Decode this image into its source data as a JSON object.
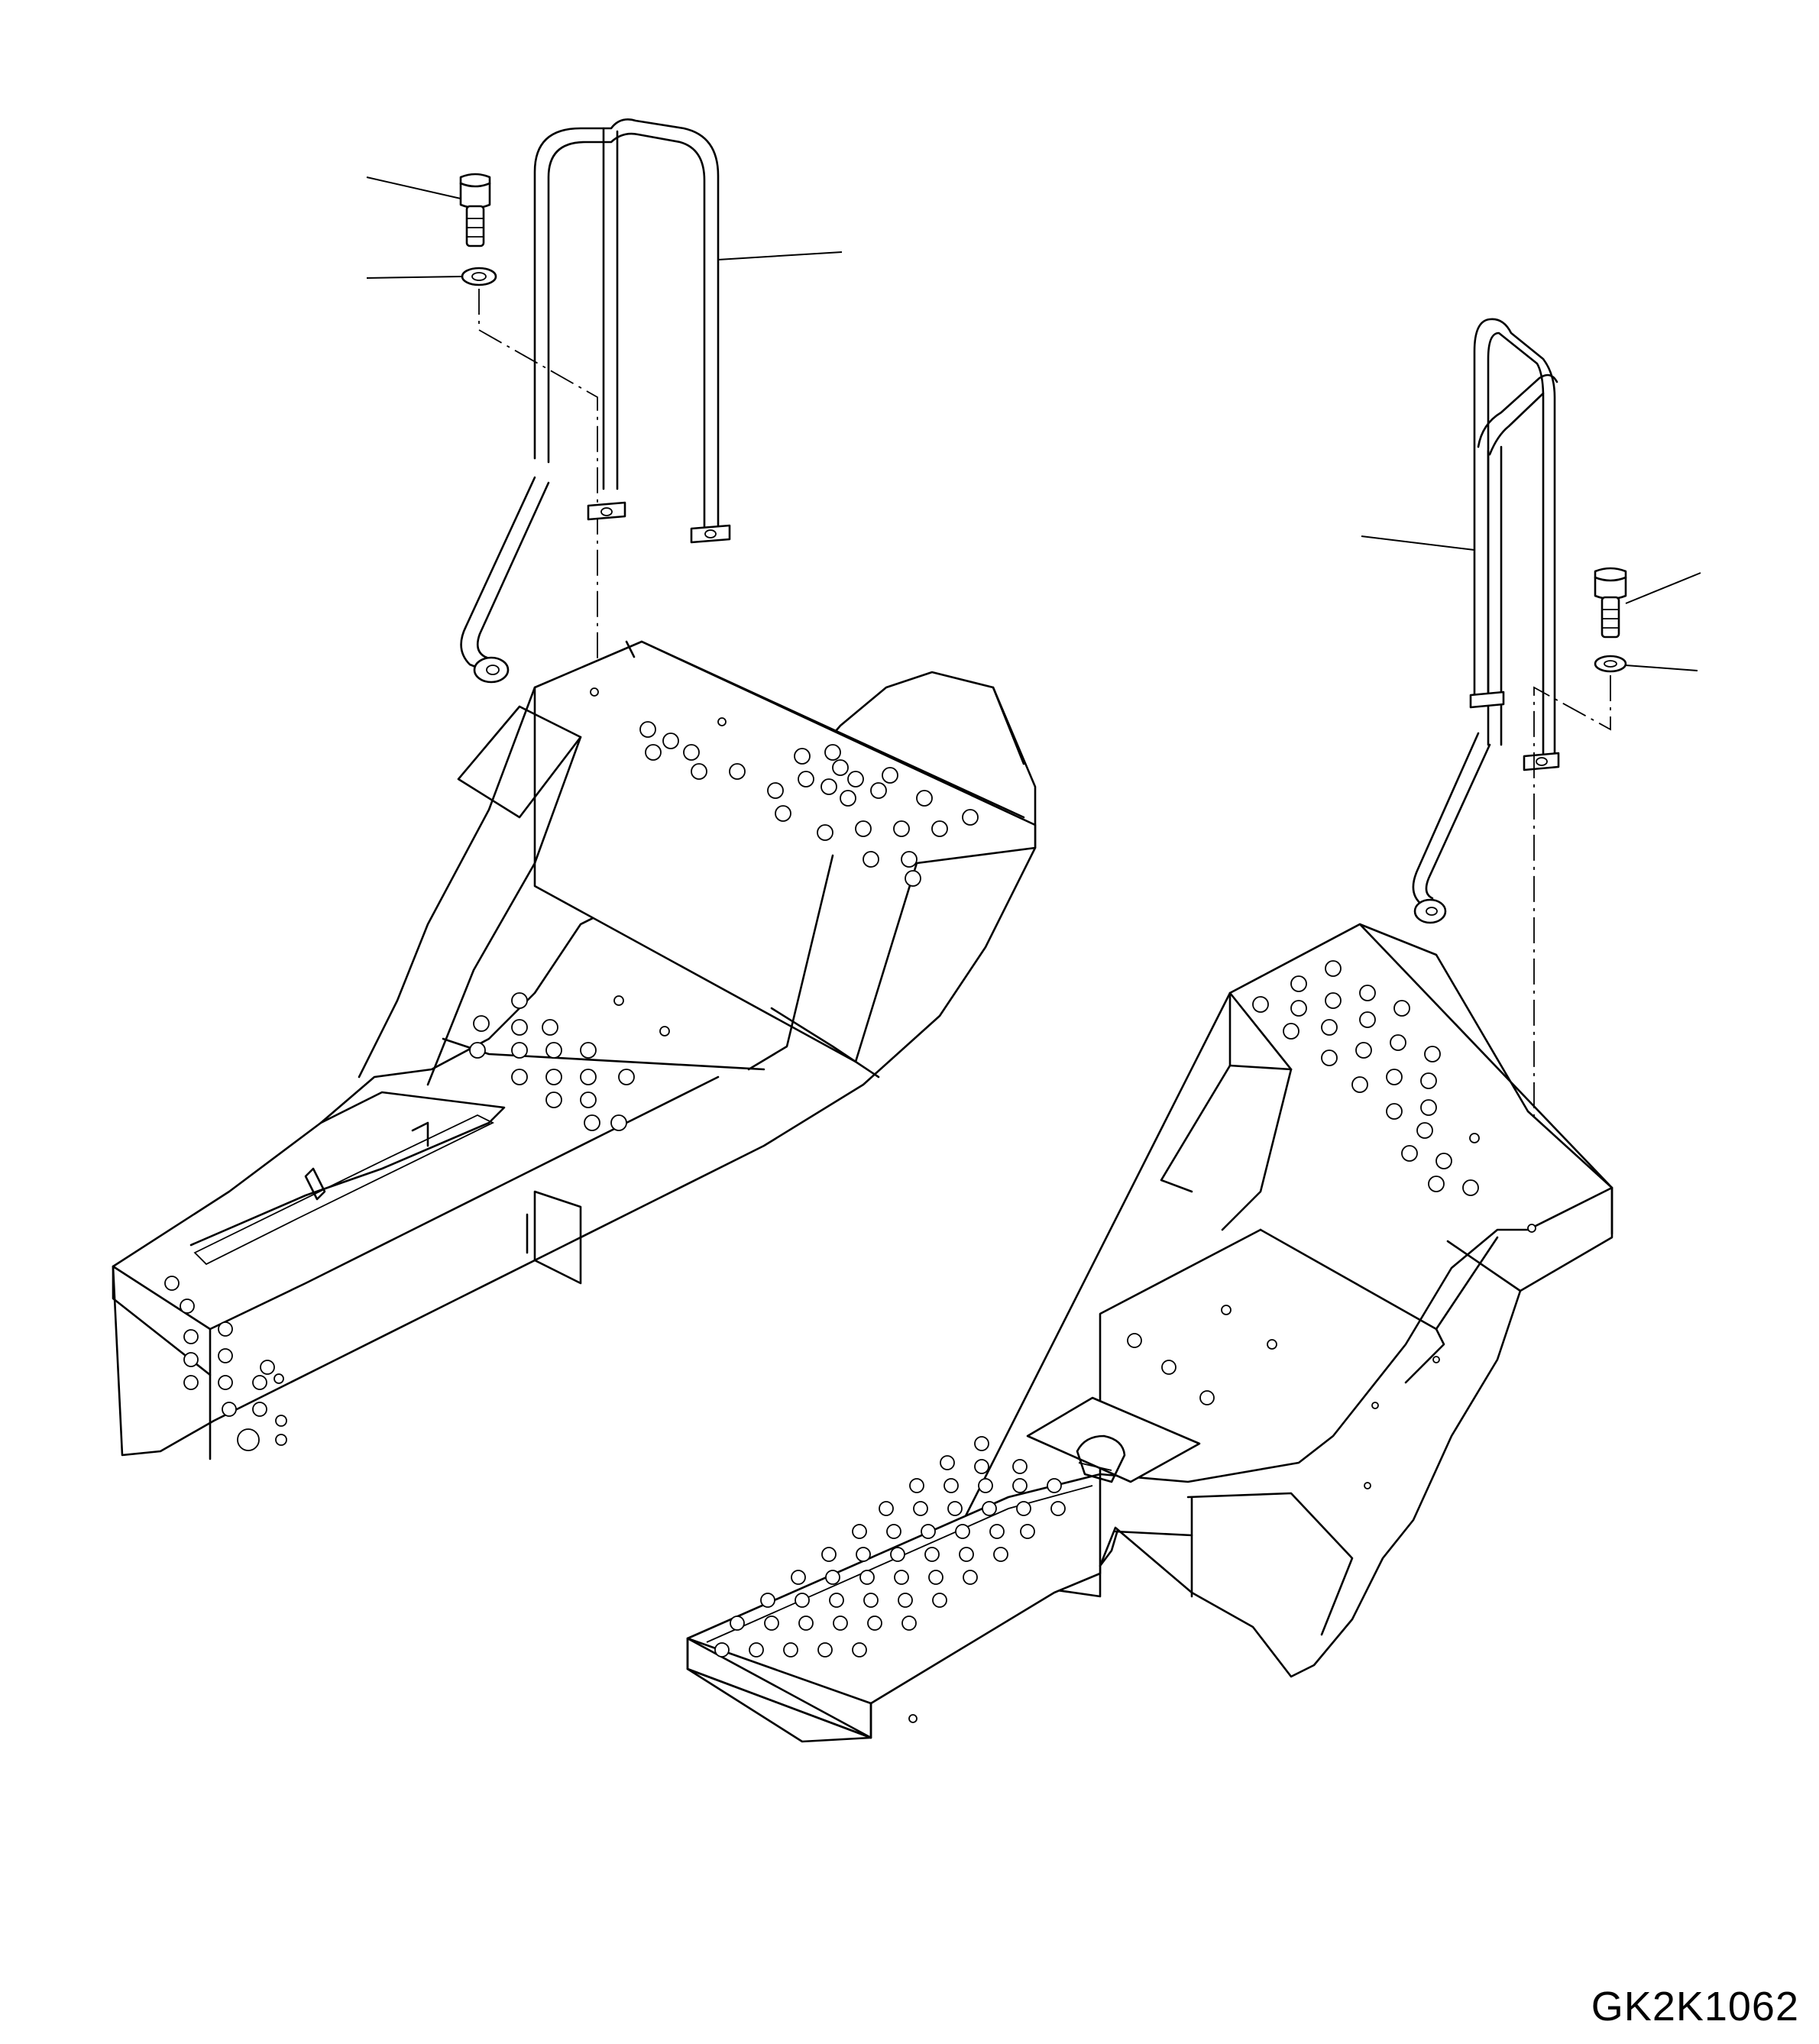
{
  "drawing": {
    "code": "GK2K1062"
  },
  "parts": [
    {
      "icon": "bolt-icon",
      "side": "left"
    },
    {
      "icon": "washer-icon",
      "side": "left"
    },
    {
      "icon": "handrail-icon",
      "side": "left"
    },
    {
      "icon": "step-assembly-icon",
      "side": "left"
    },
    {
      "icon": "handrail-icon",
      "side": "right"
    },
    {
      "icon": "bolt-icon",
      "side": "right"
    },
    {
      "icon": "washer-icon",
      "side": "right"
    },
    {
      "icon": "step-assembly-icon",
      "side": "right"
    }
  ],
  "colors": {
    "line": "#000000",
    "background": "#ffffff"
  }
}
